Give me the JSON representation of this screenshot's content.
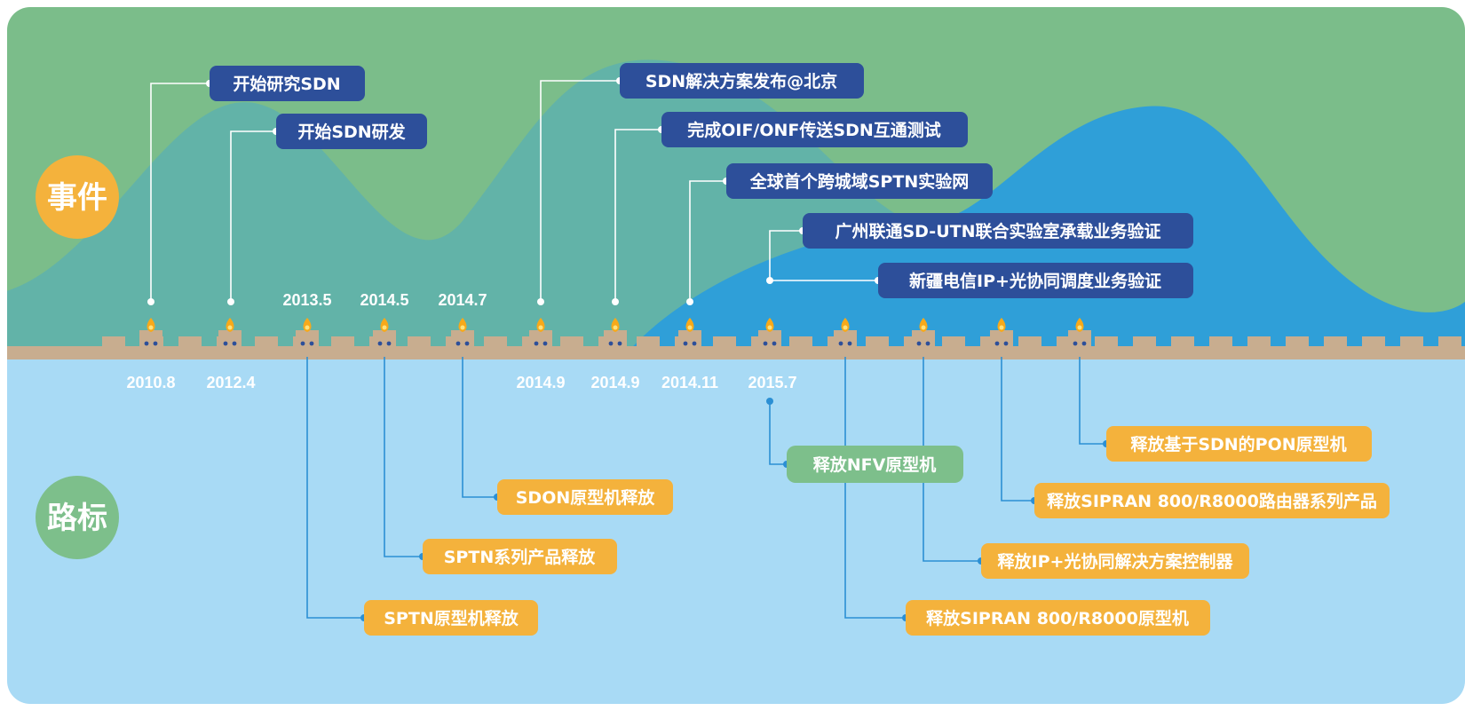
{
  "labels": {
    "events": "事件",
    "milestones": "路标"
  },
  "colors": {
    "top_bg": "#7bbd8a",
    "hill_teal": "#62b3a8",
    "hill_blue": "#2f9fd8",
    "bottom_bg": "#a8daf5",
    "wall": "#c8ad8f",
    "event_box": "#2d4f9a",
    "milestone_box": "#f4b23c",
    "nfv_box": "#7dbf8b",
    "connector_top": "#ffffff",
    "connector_bottom": "#2b8fd4",
    "events_circle": "#f4b23c",
    "milestones_circle": "#7dbf8b"
  },
  "dates_top": [
    "2013.5",
    "2014.5",
    "2014.7"
  ],
  "dates_bottom": [
    "2010.8",
    "2012.4",
    "2014.9",
    "2014.9",
    "2014.11",
    "2015.7"
  ],
  "events": [
    "开始研究SDN",
    "开始SDN研发",
    "SDN解决方案发布@北京",
    "完成OIF/ONF传送SDN互通测试",
    "全球首个跨城域SPTN实验网",
    "广州联通SD-UTN联合实验室承载业务验证",
    "新疆电信IP+光协同调度业务验证"
  ],
  "milestones": [
    "SPTN原型机释放",
    "SPTN系列产品释放",
    "SDON原型机释放",
    "释放NFV原型机",
    "释放SIPRAN 800/R8000原型机",
    "释放IP+光协同解决方案控制器",
    "释放SIPRAN 800/R8000路由器系列产品",
    "释放基于SDN的PON原型机"
  ]
}
